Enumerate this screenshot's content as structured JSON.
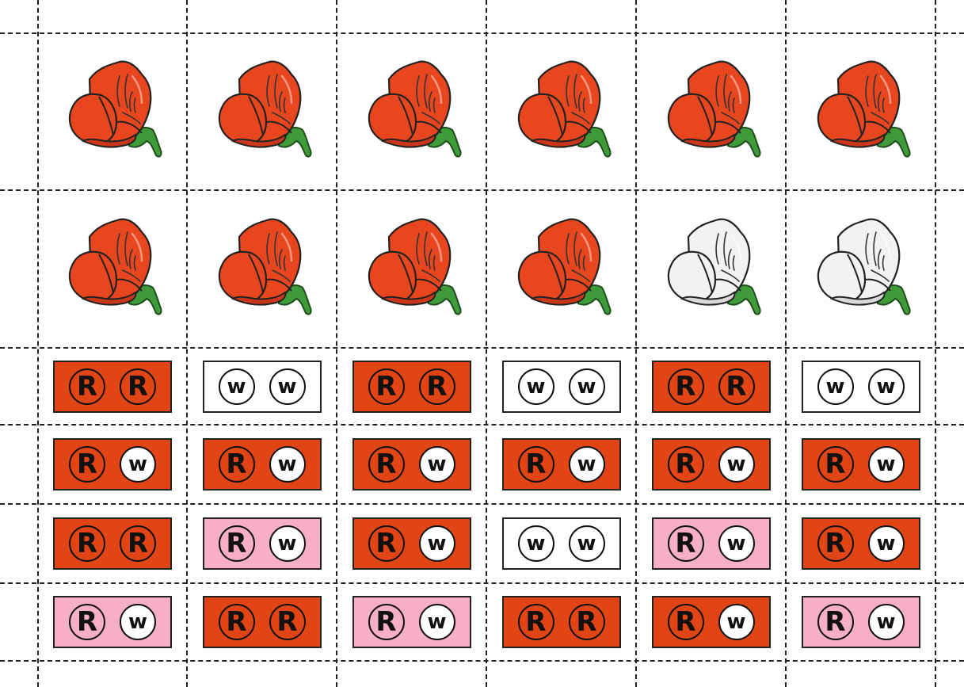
{
  "palette": {
    "red": "#e24515",
    "pink": "#f7aec9",
    "white": "#ffffff",
    "petal_red": "#e8461f",
    "petal_white": "#f2f2f2",
    "leaf": "#3f9b3a"
  },
  "flowers": {
    "icon": "sweet-pea-flower-icon",
    "rows": [
      [
        "red",
        "red",
        "red",
        "red",
        "red",
        "red"
      ],
      [
        "red",
        "red",
        "red",
        "red",
        "white",
        "white"
      ]
    ]
  },
  "genotype_cards": {
    "rows": [
      [
        {
          "color": "red",
          "alleles": [
            "R",
            "R"
          ]
        },
        {
          "color": "white",
          "alleles": [
            "w",
            "w"
          ]
        },
        {
          "color": "red",
          "alleles": [
            "R",
            "R"
          ]
        },
        {
          "color": "white",
          "alleles": [
            "w",
            "w"
          ]
        },
        {
          "color": "red",
          "alleles": [
            "R",
            "R"
          ]
        },
        {
          "color": "white",
          "alleles": [
            "w",
            "w"
          ]
        }
      ],
      [
        {
          "color": "red",
          "alleles": [
            "R",
            "w"
          ]
        },
        {
          "color": "red",
          "alleles": [
            "R",
            "w"
          ]
        },
        {
          "color": "red",
          "alleles": [
            "R",
            "w"
          ]
        },
        {
          "color": "red",
          "alleles": [
            "R",
            "w"
          ]
        },
        {
          "color": "red",
          "alleles": [
            "R",
            "w"
          ]
        },
        {
          "color": "red",
          "alleles": [
            "R",
            "w"
          ]
        }
      ],
      [
        {
          "color": "red",
          "alleles": [
            "R",
            "R"
          ]
        },
        {
          "color": "pink",
          "alleles": [
            "R",
            "w"
          ]
        },
        {
          "color": "red",
          "alleles": [
            "R",
            "w"
          ]
        },
        {
          "color": "white",
          "alleles": [
            "w",
            "w"
          ]
        },
        {
          "color": "pink",
          "alleles": [
            "R",
            "w"
          ]
        },
        {
          "color": "red",
          "alleles": [
            "R",
            "w"
          ]
        }
      ],
      [
        {
          "color": "pink",
          "alleles": [
            "R",
            "w"
          ]
        },
        {
          "color": "red",
          "alleles": [
            "R",
            "R"
          ]
        },
        {
          "color": "pink",
          "alleles": [
            "R",
            "w"
          ]
        },
        {
          "color": "red",
          "alleles": [
            "R",
            "R"
          ]
        },
        {
          "color": "red",
          "alleles": [
            "R",
            "w"
          ]
        },
        {
          "color": "pink",
          "alleles": [
            "R",
            "w"
          ]
        }
      ]
    ]
  }
}
